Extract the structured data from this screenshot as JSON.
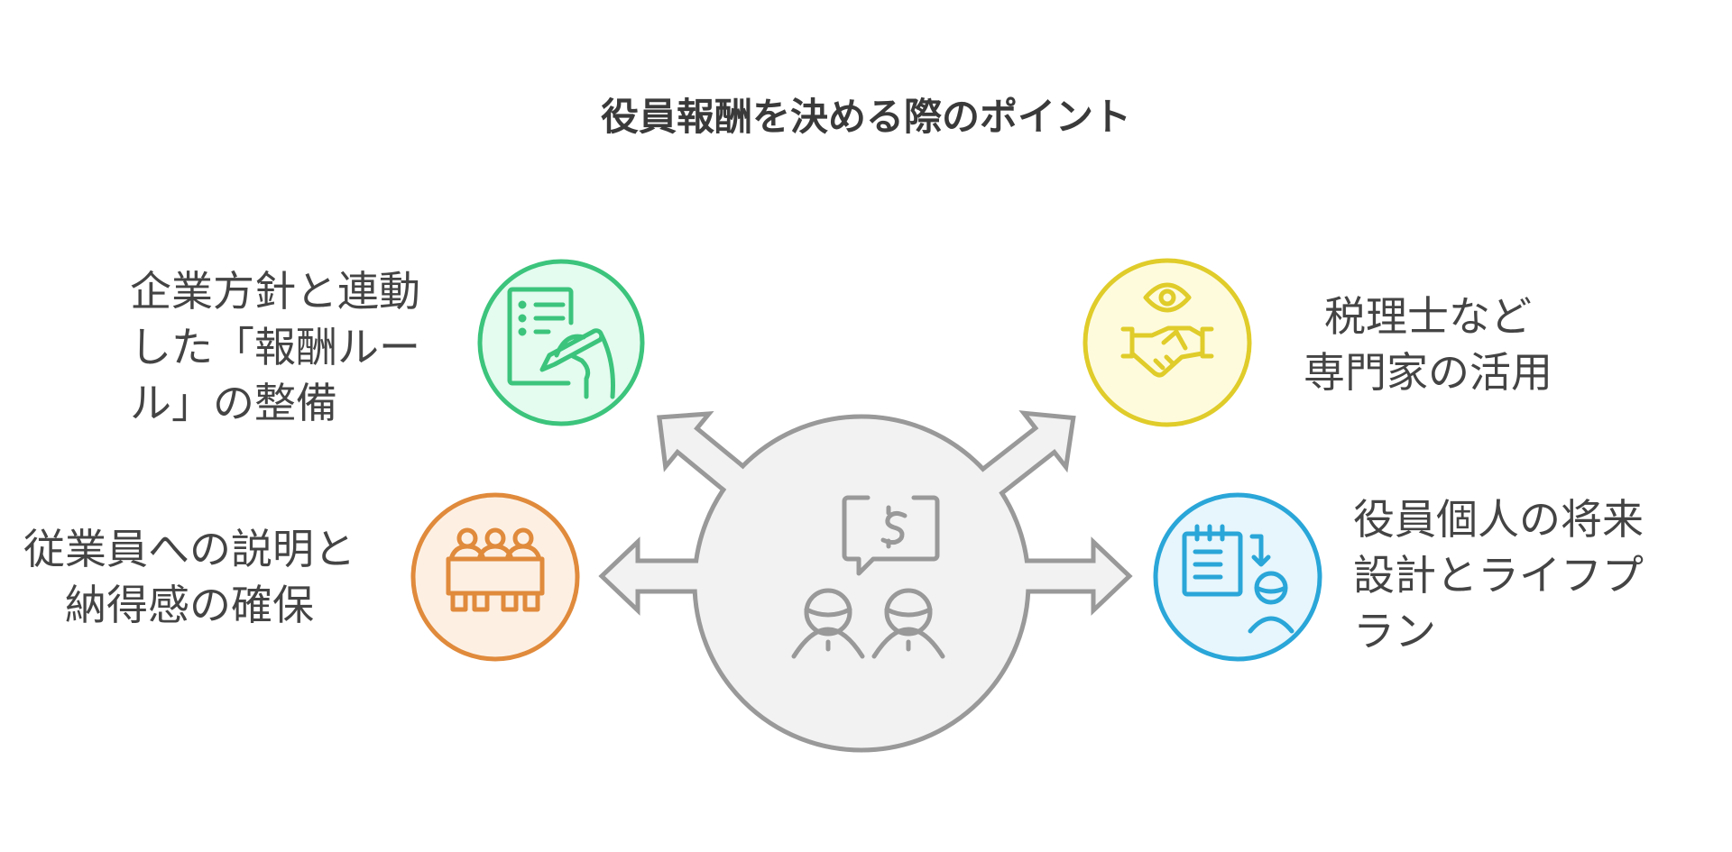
{
  "title": "役員報酬を決める際のポイント",
  "center": {
    "icon": "executives-discussing-money-icon"
  },
  "points": [
    {
      "id": "rules",
      "lines": [
        "企業方針と連動",
        "した「報酬ルー",
        "ル」の整備"
      ],
      "icon": "document-signing-icon",
      "color": "#3cc47c",
      "fill": "#e4fbef"
    },
    {
      "id": "experts",
      "lines": [
        "税理士など",
        "専門家の活用"
      ],
      "icon": "handshake-eye-icon",
      "color": "#e0cc2a",
      "fill": "#fefbdd"
    },
    {
      "id": "employees",
      "lines": [
        "従業員への説明と",
        "納得感の確保"
      ],
      "icon": "group-meeting-icon",
      "color": "#e08a3c",
      "fill": "#fdf0e3"
    },
    {
      "id": "lifeplan",
      "lines": [
        "役員個人の将来",
        "設計とライフプ",
        "ラン"
      ],
      "icon": "calendar-person-icon",
      "color": "#2aa6d8",
      "fill": "#e6f6fc"
    }
  ]
}
